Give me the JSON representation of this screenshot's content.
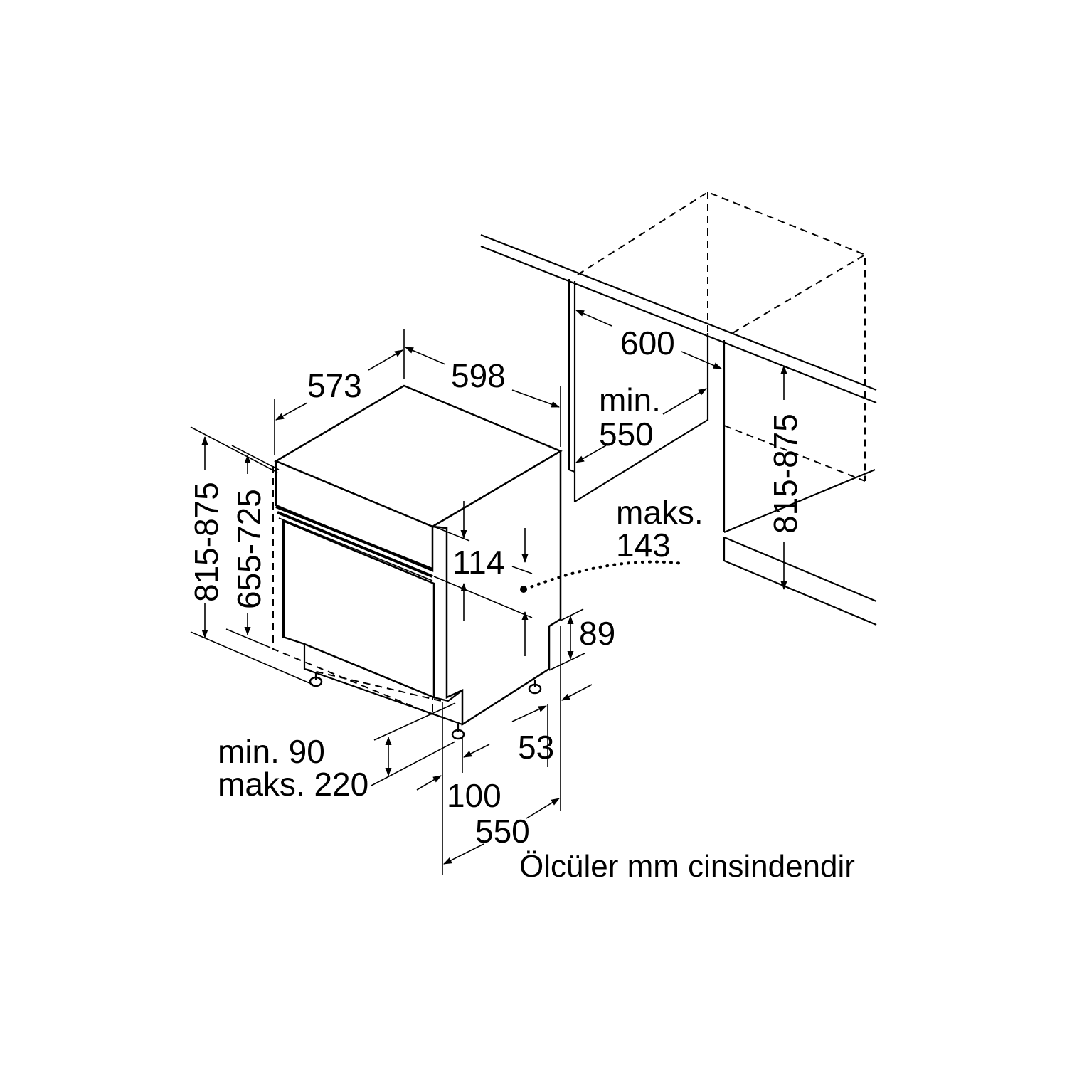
{
  "labels": {
    "depth_top": "573",
    "width_top": "598",
    "niche_width": "600",
    "niche_depth_min": "min.",
    "niche_depth_val": "550",
    "height_left": "815-875",
    "height_left2": "655-725",
    "height_right": "815-875",
    "panel_114": "114",
    "maks_word": "maks.",
    "maks_val": "143",
    "plinth_89": "89",
    "foot_53": "53",
    "foot_100": "100",
    "depth_550": "550",
    "plinth_min": "min. 90",
    "plinth_max": "maks. 220"
  },
  "footnote": "Ölcüler mm cinsindendir"
}
